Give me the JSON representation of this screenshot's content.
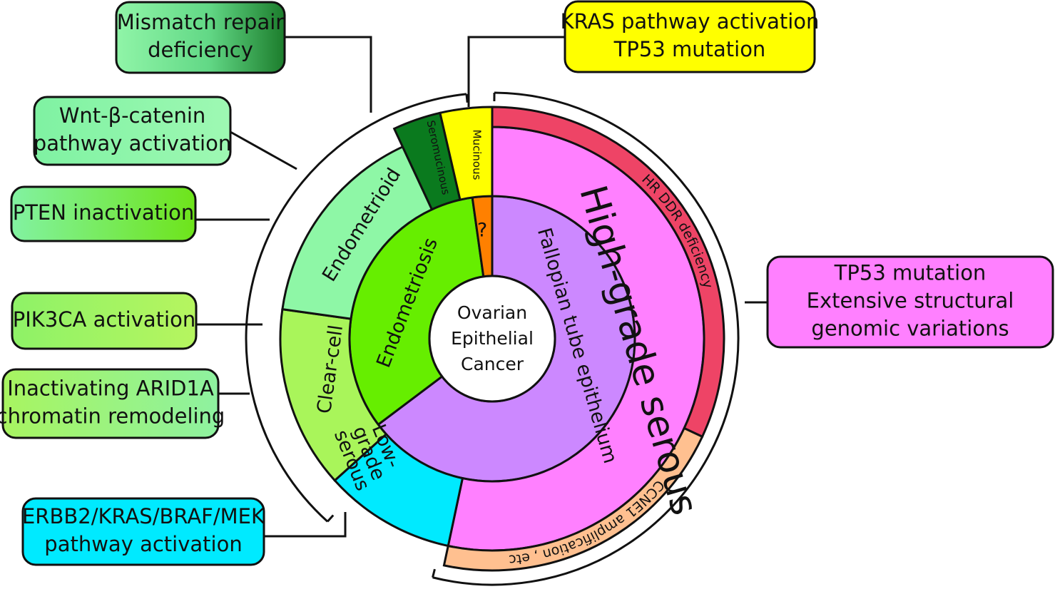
{
  "center": {
    "lines": [
      "Ovarian",
      "Epithelial",
      "Cancer"
    ]
  },
  "inner_ring": {
    "endometriosis": "Endometriosis",
    "unknown": "?",
    "fallopian": "Fallopian tube epithelium"
  },
  "middle_ring": {
    "endometrioid": "Endometrioid",
    "clear_cell": "Clear-cell",
    "low_grade_serous": [
      "Low-",
      "grade",
      "serous"
    ],
    "high_grade_serous": "High-grade serous",
    "mucinous": "Mucinous",
    "seromucinous": "Seromucinous"
  },
  "outer_ring": {
    "hr_ddr": "HR DDR deficiency",
    "ccne1": "CCNE1 amplification , etc"
  },
  "boxes": [
    {
      "id": "mismatch",
      "lines": [
        "Mismatch repair",
        "deficiency"
      ]
    },
    {
      "id": "wnt",
      "lines": [
        "Wnt-β-catenin",
        "pathway activation"
      ]
    },
    {
      "id": "pten",
      "lines": [
        "PTEN inactivation"
      ]
    },
    {
      "id": "pik3ca",
      "lines": [
        "PIK3CA activation"
      ]
    },
    {
      "id": "arid1a",
      "lines": [
        "Inactivating ARID1A",
        "chromatin remodeling"
      ]
    },
    {
      "id": "erbb2",
      "lines": [
        "ERBB2/KRAS/BRAF/MEK",
        "pathway activation"
      ]
    },
    {
      "id": "kras",
      "lines": [
        "KRAS pathway activation",
        "TP53 mutation"
      ]
    },
    {
      "id": "tp53",
      "lines": [
        "TP53 mutation",
        "Extensive structural",
        "genomic variations"
      ]
    }
  ],
  "colors": {
    "endometrioid": "#8ef7a6",
    "clear_cell": "#a9f55a",
    "low_grade_serous": "#00eaff",
    "high_grade_serous": "#ff80ff",
    "mucinous": "#ffff00",
    "seromucinous": "#0a7a1e",
    "endometriosis": "#66ee00",
    "unknown": "#ff8000",
    "fallopian": "#cc88ff",
    "hr_ddr": "#ee4466",
    "ccne1": "#ffc090"
  }
}
